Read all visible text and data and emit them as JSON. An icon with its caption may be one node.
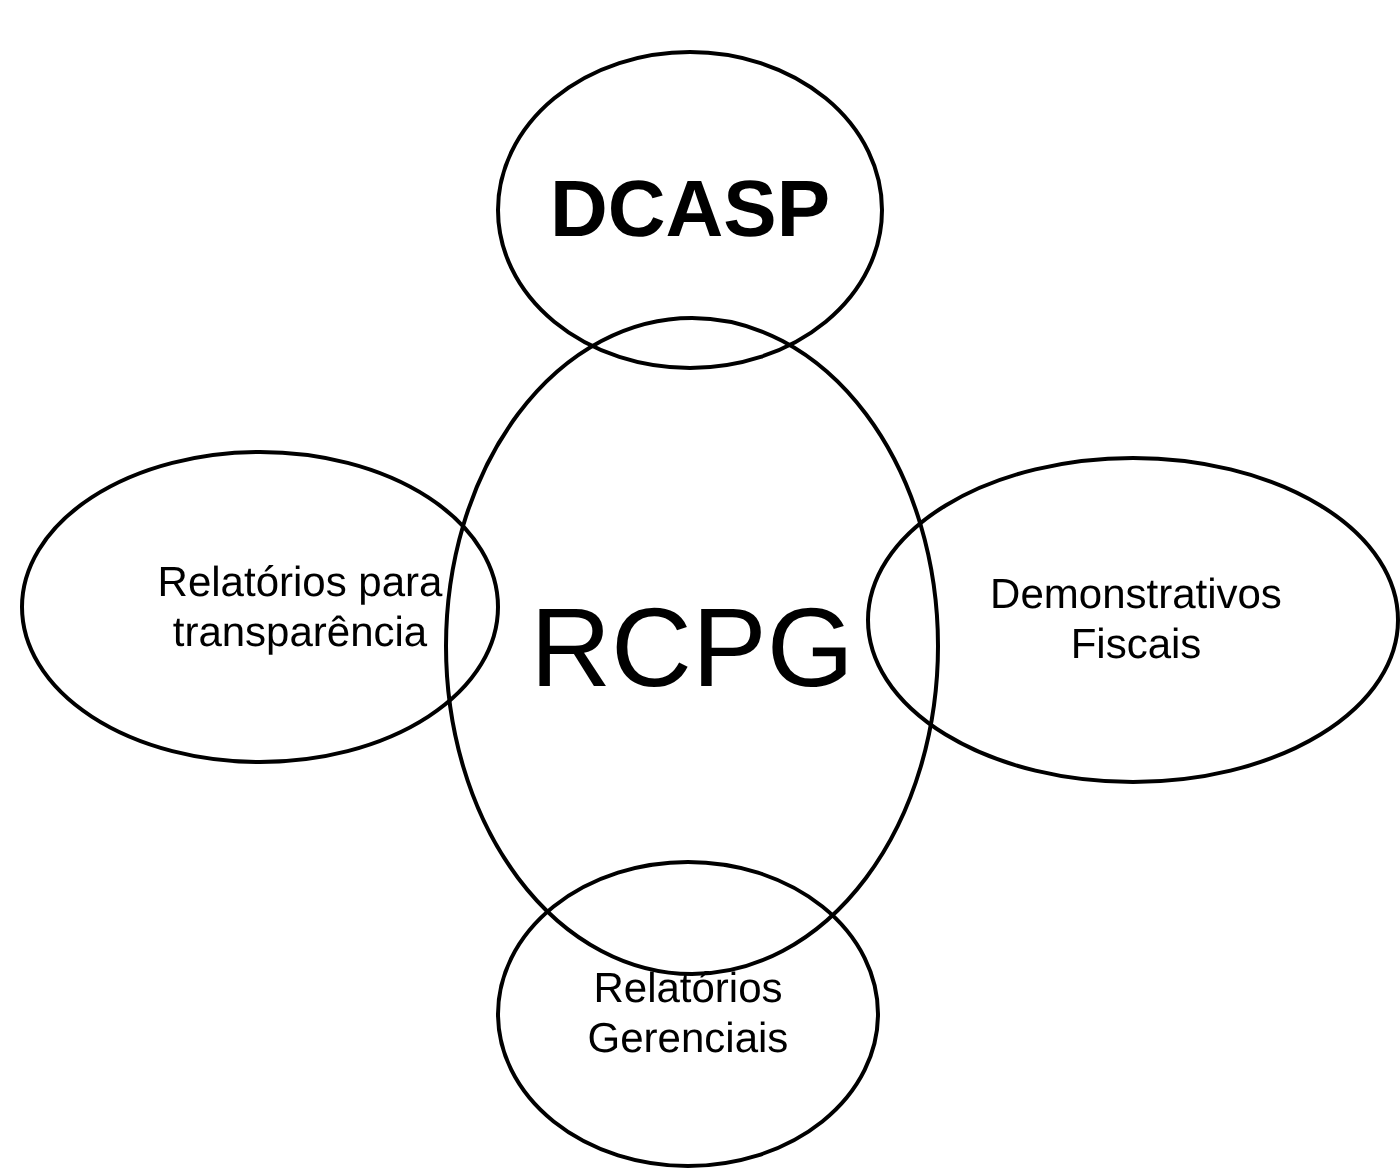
{
  "diagram": {
    "nodes": [
      {
        "text": [
          "DCASP"
        ]
      },
      {
        "text": [
          "RCPG"
        ]
      },
      {
        "text": [
          "Relatórios para transparência"
        ]
      },
      {
        "text": [
          "Demonstrativos Fiscais"
        ]
      },
      {
        "text": [
          "Relatórios Gerenciais"
        ]
      }
    ],
    "edges": []
  }
}
